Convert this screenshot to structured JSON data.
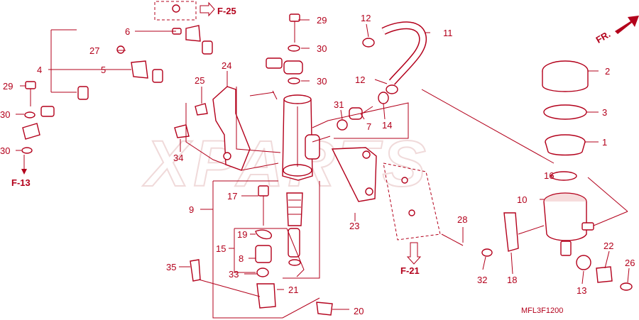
{
  "diagram": {
    "watermark": "XPARTS",
    "catalog_code": "MFL3F1200",
    "direction_label": "FR.",
    "callouts": [
      "1",
      "2",
      "3",
      "4",
      "5",
      "6",
      "7",
      "8",
      "9",
      "10",
      "11",
      "12",
      "12",
      "13",
      "14",
      "15",
      "16",
      "17",
      "18",
      "19",
      "20",
      "21",
      "22",
      "23",
      "24",
      "25",
      "26",
      "27",
      "28",
      "29",
      "29",
      "30",
      "30",
      "30",
      "30",
      "30",
      "31",
      "32",
      "33",
      "34",
      "35"
    ],
    "references": [
      "F-25",
      "F-13",
      "F-21"
    ]
  }
}
